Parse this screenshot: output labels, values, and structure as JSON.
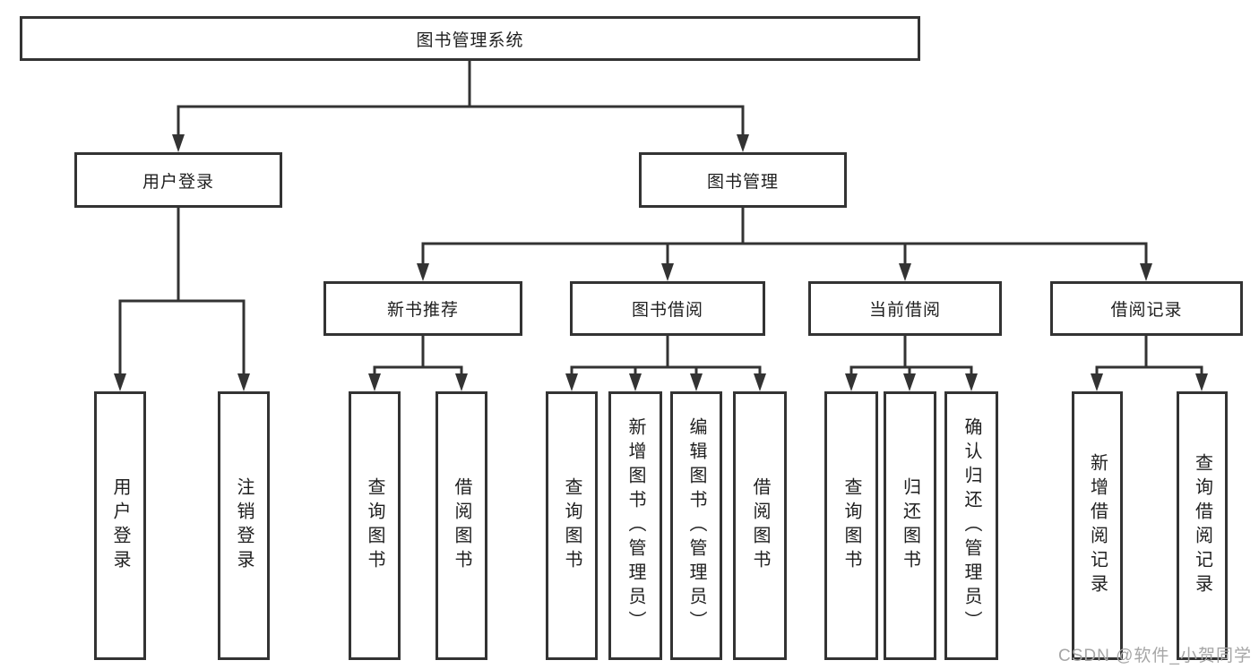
{
  "diagram": {
    "root": {
      "label": "图书管理系统"
    },
    "level2": [
      {
        "id": "user-login-branch",
        "label": "用户登录"
      },
      {
        "id": "book-management",
        "label": "图书管理"
      }
    ],
    "level3": [
      {
        "id": "new-book-recommendation",
        "label": "新书推荐"
      },
      {
        "id": "book-borrowing",
        "label": "图书借阅"
      },
      {
        "id": "current-borrowing",
        "label": "当前借阅"
      },
      {
        "id": "borrowing-records",
        "label": "借阅记录"
      }
    ],
    "leaves": [
      {
        "id": "user-login",
        "label": "用户登录",
        "parent": "user-login-branch"
      },
      {
        "id": "logout",
        "label": "注销登录",
        "parent": "user-login-branch"
      },
      {
        "id": "query-books-1",
        "label": "查询图书",
        "parent": "new-book-recommendation"
      },
      {
        "id": "borrow-books-1",
        "label": "借阅图书",
        "parent": "new-book-recommendation"
      },
      {
        "id": "query-books-2",
        "label": "查询图书",
        "parent": "book-borrowing"
      },
      {
        "id": "add-book-admin",
        "label": "新增图书（管理员）",
        "parent": "book-borrowing"
      },
      {
        "id": "edit-book-admin",
        "label": "编辑图书（管理员）",
        "parent": "book-borrowing"
      },
      {
        "id": "borrow-books-2",
        "label": "借阅图书",
        "parent": "book-borrowing"
      },
      {
        "id": "query-books-3",
        "label": "查询图书",
        "parent": "current-borrowing"
      },
      {
        "id": "return-books",
        "label": "归还图书",
        "parent": "current-borrowing"
      },
      {
        "id": "confirm-return-admin",
        "label": "确认归还（管理员）",
        "parent": "current-borrowing"
      },
      {
        "id": "add-borrow-record",
        "label": "新增借阅记录",
        "parent": "borrowing-records"
      },
      {
        "id": "query-borrow-record",
        "label": "查询借阅记录",
        "parent": "borrowing-records"
      }
    ],
    "watermark": "CSDN @软件_小贺同学",
    "colors": {
      "line": "#333333",
      "border": "#333333",
      "text": "#1f1f1f",
      "watermark": "#a6a6a6",
      "background": "#ffffff"
    }
  }
}
